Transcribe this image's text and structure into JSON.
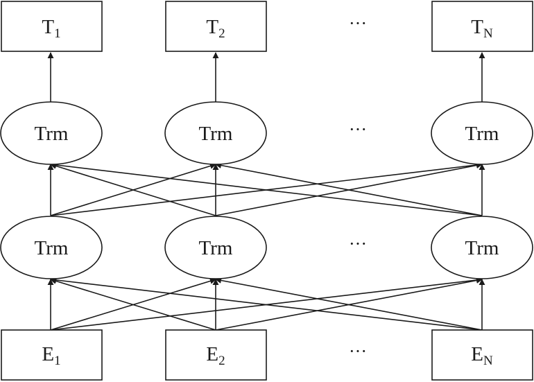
{
  "outputs": [
    {
      "letter": "T",
      "sub": "1"
    },
    {
      "letter": "T",
      "sub": "2"
    },
    {
      "letter": "T",
      "sub": "N"
    }
  ],
  "layer2": [
    "Trm",
    "Trm",
    "Trm"
  ],
  "layer1": [
    "Trm",
    "Trm",
    "Trm"
  ],
  "inputs": [
    {
      "letter": "E",
      "sub": "1"
    },
    {
      "letter": "E",
      "sub": "2"
    },
    {
      "letter": "E",
      "sub": "N"
    }
  ],
  "ellipsis": "···",
  "colors": {
    "stroke": "#1a1a1a",
    "background": "#ffffff"
  }
}
